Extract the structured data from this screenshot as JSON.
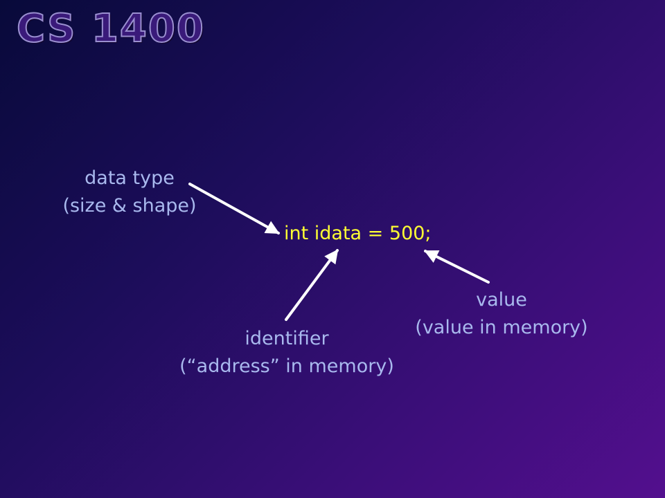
{
  "slide": {
    "title": "CS 1400",
    "code": "int idata = 500;",
    "labels": {
      "data_type": {
        "line1": "data type",
        "line2": "(size & shape)"
      },
      "identifier": {
        "line1": "identifier",
        "line2": "(“address” in memory)"
      },
      "value": {
        "line1": "value",
        "line2": "(value in memory)"
      }
    }
  },
  "colors": {
    "label": "#a9b9ee",
    "code": "#ffff33",
    "arrow": "#ffffff"
  }
}
